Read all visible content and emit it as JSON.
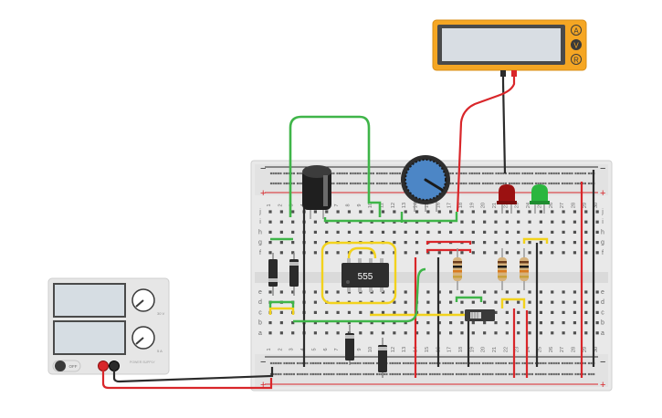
{
  "multimeter": {
    "modes": [
      "A",
      "V",
      "R"
    ],
    "body_color": "#f5a623",
    "screen_color": "#d8dde3"
  },
  "power_supply": {
    "off_label": "OFF",
    "knob_labels": [
      "30 V",
      "5 A"
    ],
    "brand": "POWER SUPPLY"
  },
  "ic": {
    "label": "555"
  },
  "breadboard": {
    "rail_plus": "+",
    "rail_minus": "−",
    "row_labels_top": [
      "j",
      "i",
      "h",
      "g",
      "f"
    ],
    "row_labels_bottom": [
      "e",
      "d",
      "c",
      "b",
      "a"
    ],
    "columns": [
      "1",
      "2",
      "3",
      "4",
      "5",
      "6",
      "7",
      "8",
      "9",
      "10",
      "11",
      "12",
      "13",
      "14",
      "15",
      "16",
      "17",
      "18",
      "19",
      "20",
      "21",
      "22",
      "23",
      "24",
      "25",
      "26",
      "27",
      "28",
      "29",
      "30"
    ]
  },
  "colors": {
    "wire_green": "#3fb549",
    "wire_yellow": "#f2d21c",
    "wire_red": "#d9262a",
    "wire_black": "#2b2b2b",
    "led_red": "#9b1111",
    "led_green": "#2bb63f"
  }
}
